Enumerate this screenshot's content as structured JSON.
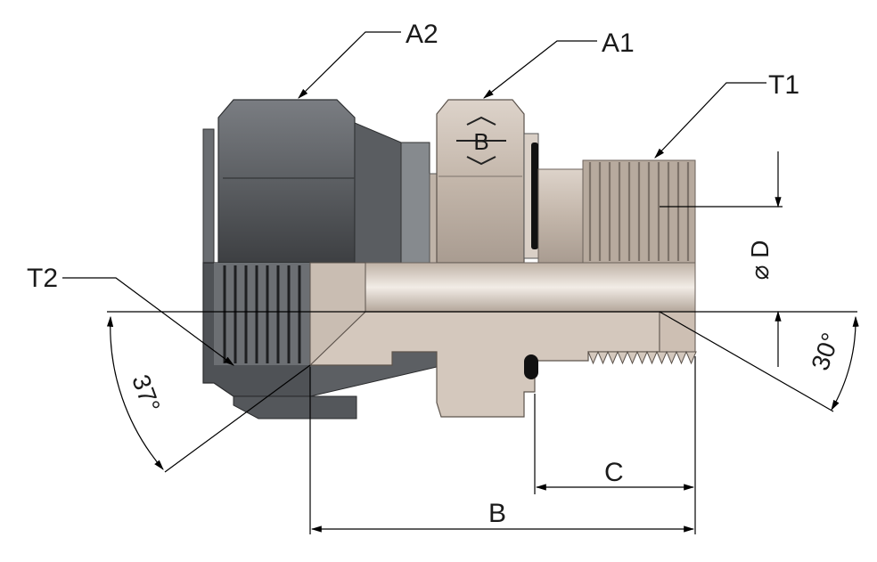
{
  "labels": {
    "a2": "A2",
    "a1": "A1",
    "t1": "T1",
    "t2": "T2",
    "dia": "⌀ D",
    "angle_left": "37°",
    "angle_right": "30°",
    "dim_b": "B",
    "dim_c": "C"
  },
  "colors": {
    "nut_dark": "#5b5e62",
    "body_light": "#cbbfb4",
    "thread_line": "#222222",
    "dimension_line": "#000000",
    "oring": "#111111"
  }
}
